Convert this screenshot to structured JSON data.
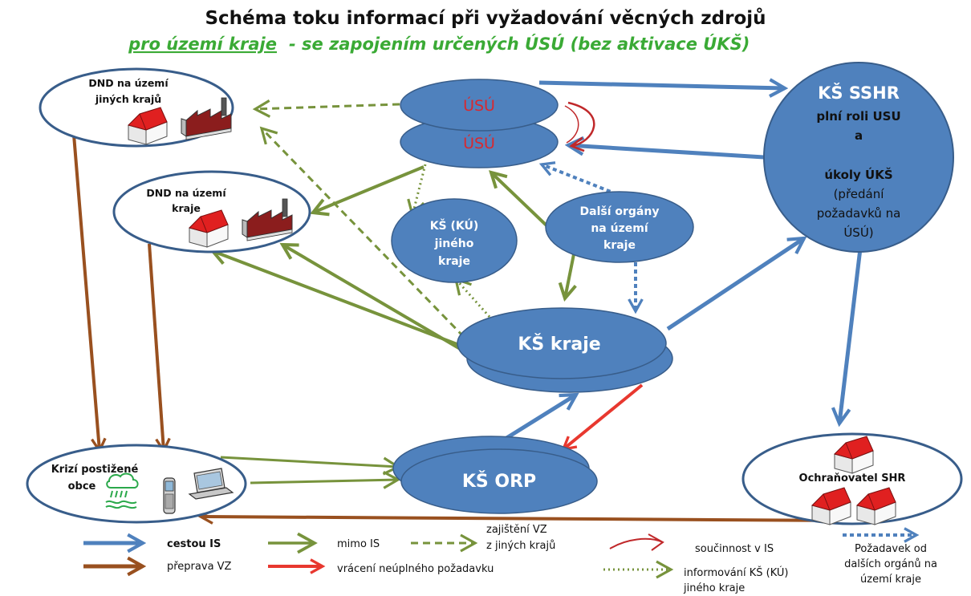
{
  "title": "Schéma toku informací při vyžadování věcných zdrojů",
  "subtitle_part1": "pro území kraje",
  "subtitle_part2": "- se zapojením určených ÚSÚ  (bez aktivace ÚKŠ)",
  "colors": {
    "node_fill": "#4f81bd",
    "node_stroke": "#385d8a",
    "blue_arrow": "#4f81bd",
    "green_arrow": "#77933c",
    "brown_arrow": "#99501f",
    "red_arrow": "#e8382f",
    "red_text": "#d9282e",
    "subtitle_green": "#3aaa35"
  },
  "nodes": {
    "usu_top": "ÚSÚ",
    "usu_bottom": "ÚSÚ",
    "ks_sshr": {
      "line1": "KŠ SSHR",
      "line2": "plní roli USU",
      "line3": "a",
      "line4": "úkoly ÚKŠ",
      "line5": "(předání",
      "line6": "požadavků na",
      "line7": "ÚSÚ)"
    },
    "dnd_other": {
      "line1": "DND na území",
      "line2": "jiných krajů"
    },
    "dnd_region": {
      "line1": "DND na území",
      "line2": "kraje"
    },
    "ks_ku": {
      "line1": "KŠ (KÚ)",
      "line2": "jiného",
      "line3": "kraje"
    },
    "other_bodies": {
      "line1": "Další orgány",
      "line2": "na území",
      "line3": "kraje"
    },
    "ks_kraje": "KŠ kraje",
    "ks_orp": "KŠ ORP",
    "municipalities": {
      "line1": "Krizí postižené",
      "line2": "obce"
    },
    "protector": "Ochraňovatel SHR"
  },
  "legend": {
    "via_is": "cestou IS",
    "outside_is": "mimo IS",
    "secure_vz": {
      "line1": "zajištění  VZ",
      "line2": "z  jiných krajů"
    },
    "cooperation": "součinnost  v IS",
    "request_other": {
      "line1": "Požadavek  od",
      "line2": "dalších orgánů na",
      "line3": "území kraje"
    },
    "transport": "přeprava VZ",
    "return_incomplete": "vrácení neúplného požadavku",
    "inform_ks": {
      "line1": "informování KŠ (KÚ)",
      "line2": "jiného kraje"
    }
  }
}
